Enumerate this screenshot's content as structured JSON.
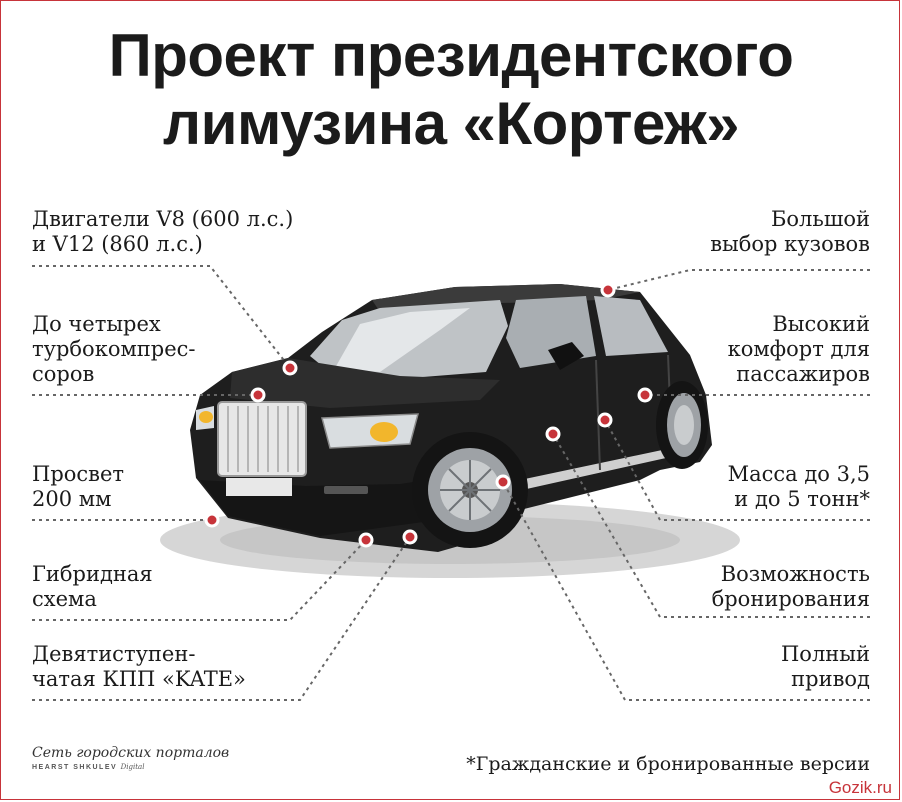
{
  "title": {
    "line1": "Проект президентского",
    "line2": "лимузина «Кортеж»"
  },
  "labels_left": [
    "Двигатели V8 (600 л.с.)\nи V12 (860 л.с.)",
    "До четырех\nтурбокомпрес-\nсоров",
    "Просвет\n200 мм",
    "Гибридная\nсхема",
    "Девятиступен-\nчатая КПП «KATE»"
  ],
  "labels_right": [
    "Большой\nвыбор кузовов",
    "Высокий\nкомфорт для\nпассажиров",
    "Масса до 3,5\nи до 5 тонн*",
    "Возможность\nбронирования",
    "Полный\nпривод"
  ],
  "footnote": "*Гражданские и бронированные версии",
  "brand": {
    "main": "Сеть городских порталов",
    "sub_caps": "HEARST SHKULEV",
    "sub_script": "Digital"
  },
  "watermark": "Gozik.ru",
  "colors": {
    "accent": "#c7343a",
    "text": "#1b1b1b",
    "car_body": "#1e1e1e",
    "leader_line": "#666666"
  },
  "icons": {
    "car": "limousine-illustration",
    "marker": "red-dot-marker"
  }
}
